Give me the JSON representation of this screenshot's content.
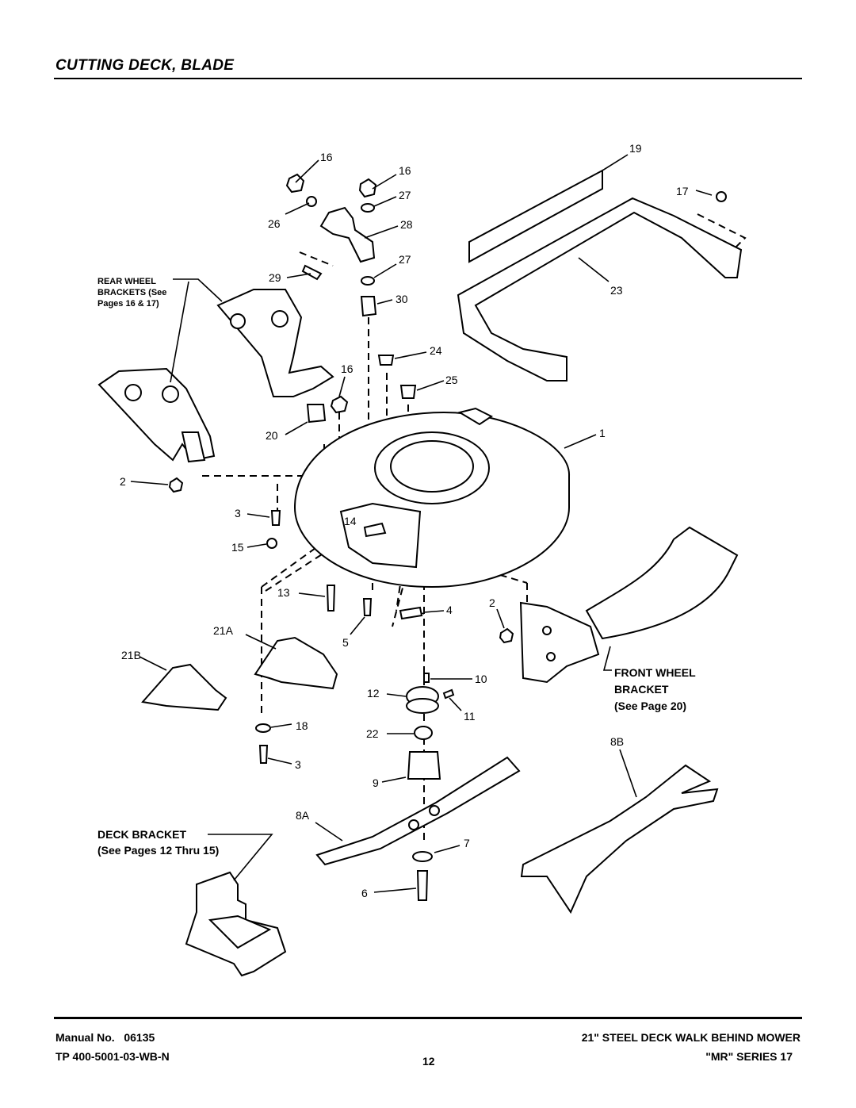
{
  "header": {
    "title": "CUTTING DECK, BLADE"
  },
  "callouts": {
    "c16a": "16",
    "c16b": "16",
    "c16c": "16",
    "c19": "19",
    "c17": "17",
    "c26": "26",
    "c27a": "27",
    "c28": "28",
    "c27b": "27",
    "c29": "29",
    "c30": "30",
    "c23": "23",
    "c24": "24",
    "c25": "25",
    "c20": "20",
    "c1": "1",
    "c2a": "2",
    "c3a": "3",
    "c14": "14",
    "c15": "15",
    "c13": "13",
    "c4": "4",
    "c2b": "2",
    "c21a": "21A",
    "c5": "5",
    "c21b": "21B",
    "c10": "10",
    "c12": "12",
    "c11": "11",
    "c18": "18",
    "c22": "22",
    "c8b": "8B",
    "c3b": "3",
    "c9": "9",
    "c8a": "8A",
    "c7": "7",
    "c6": "6"
  },
  "notes": {
    "rear_wheel": [
      "REAR WHEEL",
      "BRACKETS (See",
      "Pages 16 & 17)"
    ],
    "front_wheel": [
      "FRONT WHEEL",
      "BRACKET",
      "(See Page 20)"
    ],
    "deck_bracket": [
      "DECK BRACKET",
      "(See Pages 12 Thru 15)"
    ]
  },
  "footer": {
    "manual": "Manual No.   06135",
    "tp": "TP 400-5001-03-WB-N",
    "page": "12",
    "product": "21\" STEEL DECK WALK BEHIND MOWER",
    "series": "\"MR\" SERIES 17"
  }
}
